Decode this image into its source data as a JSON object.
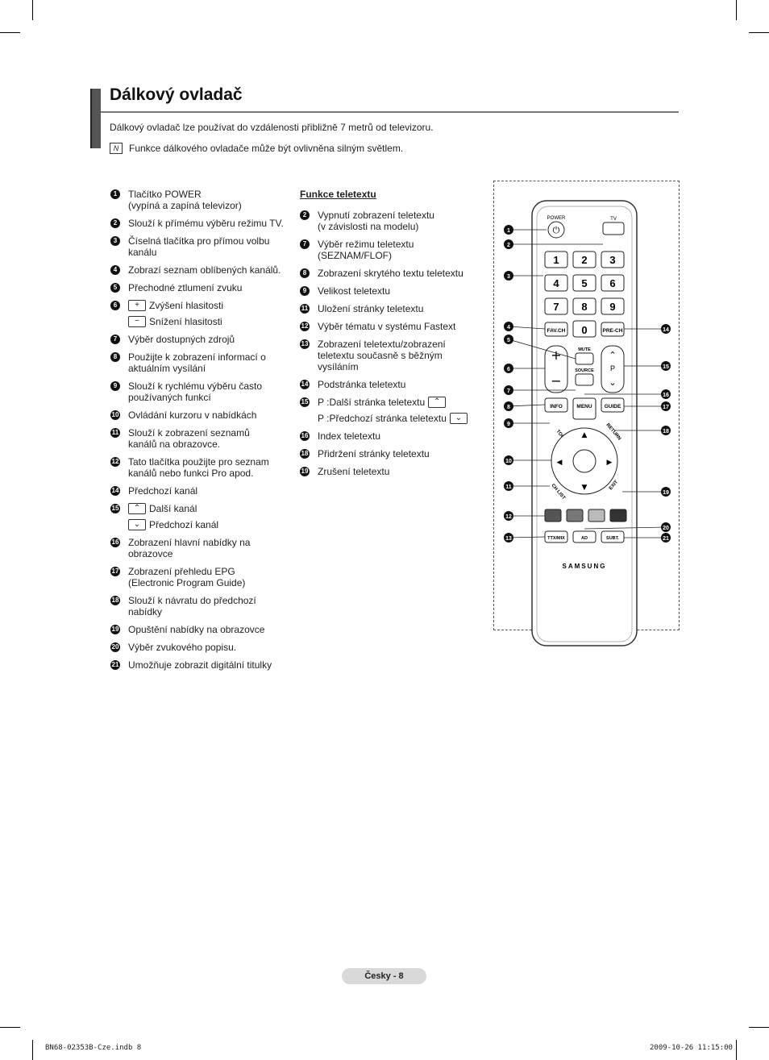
{
  "title": "Dálkový ovladač",
  "intro": "Dálkový ovladač lze používat do vzdálenosti přibližně 7 metrů od televizoru.",
  "note": "Funkce dálkového ovladače může být ovlivněna silným světlem.",
  "left_items": [
    {
      "n": "1",
      "lines": [
        "Tlačítko POWER",
        "(vypíná a zapíná televizor)"
      ]
    },
    {
      "n": "2",
      "lines": [
        "Slouží k přímému výběru režimu TV."
      ]
    },
    {
      "n": "3",
      "lines": [
        "Číselná tlačítka pro přímou volbu",
        "kanálu"
      ]
    },
    {
      "n": "4",
      "lines": [
        "Zobrazí seznam oblíbených kanálů."
      ]
    },
    {
      "n": "5",
      "lines": [
        "Přechodné ztlumení zvuku"
      ]
    },
    {
      "n": "6",
      "lines": [
        "Zvýšení hlasitosti",
        "Snížení hlasitosti"
      ]
    },
    {
      "n": "7",
      "lines": [
        "Výběr dostupných zdrojů"
      ]
    },
    {
      "n": "8",
      "lines": [
        "Použijte k zobrazení informací o",
        "aktuálním vysílání"
      ]
    },
    {
      "n": "9",
      "lines": [
        "Slouží k rychlému výběru často",
        "používaných funkcí"
      ]
    },
    {
      "n": "10",
      "lines": [
        "Ovládání kurzoru v nabídkách"
      ]
    },
    {
      "n": "11",
      "lines": [
        "Slouží k zobrazení seznamů",
        "kanálů na obrazovce."
      ]
    },
    {
      "n": "12",
      "lines": [
        "Tato tlačítka použijte pro seznam",
        "kanálů nebo funkci Pro apod."
      ]
    },
    {
      "n": "14",
      "lines": [
        "Předchozí kanál"
      ]
    },
    {
      "n": "15",
      "lines": [
        "Další kanál",
        "Předchozí kanál"
      ]
    },
    {
      "n": "16",
      "lines": [
        "Zobrazení hlavní nabídky na",
        "obrazovce"
      ]
    },
    {
      "n": "17",
      "lines": [
        "Zobrazení přehledu EPG",
        "(Electronic Program Guide)"
      ]
    },
    {
      "n": "18",
      "lines": [
        "Slouží k návratu do předchozí",
        "nabídky"
      ]
    },
    {
      "n": "19",
      "lines": [
        "Opuštění nabídky na obrazovce"
      ]
    },
    {
      "n": "20",
      "lines": [
        "Výběr zvukového popisu."
      ]
    },
    {
      "n": "21",
      "lines": [
        "Umožňuje zobrazit digitální titulky"
      ]
    }
  ],
  "teletext_title": "Funkce teletextu",
  "teletext_items": [
    {
      "n": "2",
      "lines": [
        "Vypnutí zobrazení teletextu",
        "(v závislosti na modelu)"
      ]
    },
    {
      "n": "7",
      "lines": [
        "Výběr režimu teletextu",
        "(SEZNAM/FLOF)"
      ]
    },
    {
      "n": "8",
      "lines": [
        "Zobrazení skrytého textu teletextu"
      ]
    },
    {
      "n": "9",
      "lines": [
        "Velikost teletextu"
      ]
    },
    {
      "n": "11",
      "lines": [
        "Uložení stránky teletextu"
      ]
    },
    {
      "n": "12",
      "lines": [
        "Výběr tématu v systému Fastext"
      ]
    },
    {
      "n": "13",
      "lines": [
        "Zobrazení teletextu/zobrazení",
        "teletextu současně s běžným",
        "vysíláním"
      ]
    },
    {
      "n": "14",
      "lines": [
        "Podstránka teletextu"
      ]
    },
    {
      "n": "15",
      "lines": [
        "P :Další stránka teletextu",
        "P :Předchozí stránka teletextu"
      ]
    },
    {
      "n": "16",
      "lines": [
        "Index teletextu"
      ]
    },
    {
      "n": "18",
      "lines": [
        "Přidržení stránky teletextu"
      ]
    },
    {
      "n": "19",
      "lines": [
        "Zrušení teletextu"
      ]
    }
  ],
  "remote": {
    "power": "POWER",
    "tv": "TV",
    "digits": [
      "1",
      "2",
      "3",
      "4",
      "5",
      "6",
      "7",
      "8",
      "9"
    ],
    "favch": "FAV.CH",
    "zero": "0",
    "prech": "PRE-CH",
    "mute": "MUTE",
    "source": "SOURCE",
    "p": "P",
    "info": "INFO",
    "menu": "MENU",
    "guide": "GUIDE",
    "tools": "TOOLS",
    "return": "RETURN",
    "chlist": "CH LIST",
    "exit": "EXIT",
    "ttx": "TTX/MIX",
    "ad": "AD",
    "subt": "SUBT.",
    "brand": "SAMSUNG",
    "colors": [
      "#555555",
      "#777777",
      "#bbbbbb",
      "#333333"
    ],
    "callouts_left": [
      "1",
      "2",
      "3",
      "4",
      "5",
      "6",
      "7",
      "8",
      "9",
      "10",
      "11",
      "12",
      "13"
    ],
    "callouts_right": [
      "14",
      "15",
      "16",
      "17",
      "18",
      "19",
      "20",
      "21"
    ]
  },
  "footer": "Česky - 8",
  "print_file": "BN68-02353B-Cze.indb   8",
  "print_date": "2009-10-26    11:15:00"
}
